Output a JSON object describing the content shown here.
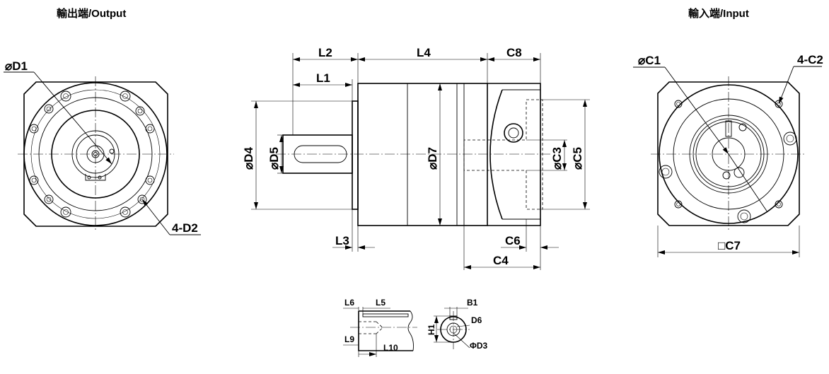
{
  "headers": {
    "output": "輸出端/Output",
    "input": "輸入端/Input"
  },
  "output_view": {
    "label_d1": "⌀D1",
    "label_4d2": "4-D2"
  },
  "side_view": {
    "label_l2": "L2",
    "label_l1": "L1",
    "label_l4": "L4",
    "label_c8": "C8",
    "label_d4": "⌀D4",
    "label_d5": "⌀D5",
    "label_d7": "⌀D7",
    "label_c3": "⌀C3",
    "label_c5": "⌀C5",
    "label_l3": "L3",
    "label_c6": "C6",
    "label_c4": "C4"
  },
  "input_view": {
    "label_c1": "⌀C1",
    "label_4c2": "4-C2",
    "label_c7": "□C7"
  },
  "detail_view": {
    "label_l6": "L6",
    "label_l5": "L5",
    "label_l9": "L9",
    "label_l10": "L10",
    "label_b1": "B1",
    "label_h1": "H1",
    "label_d6": "D6",
    "label_d3": "ΦD3"
  }
}
